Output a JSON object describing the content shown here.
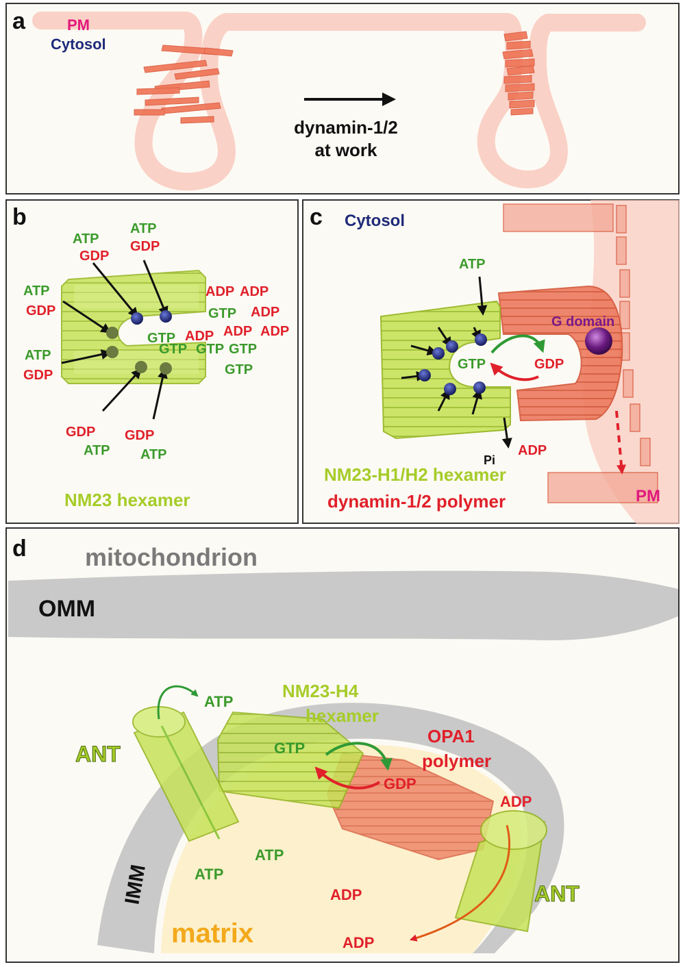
{
  "colors": {
    "atp": "#3a9a2b",
    "gdp": "#e0202a",
    "gtp": "#3a9a2b",
    "adp": "#e0202a",
    "pm": "#e0197d",
    "cytosol": "#1f2a7a",
    "nm23": "#a6cc2a",
    "dynamin": "#e85a3a",
    "gdomain": "#7a1a8a",
    "membrane_pink": "#f7c8bd",
    "membrane_gray": "#c9c9c9",
    "matrix": "#f3a91c",
    "mito_text": "#7a7a7a",
    "panel_bg": "#fcfaf4"
  },
  "panel_a": {
    "label": "a",
    "pm": "PM",
    "cytosol": "Cytosol",
    "arrow_caption_1": "dynamin-1/2",
    "arrow_caption_2": "at work"
  },
  "panel_b": {
    "label": "b",
    "title": "NM23 hexamer",
    "left_nucleotides": [
      "ATP",
      "GDP",
      "ATP",
      "GDP",
      "ATP",
      "GDP",
      "ATP",
      "GDP"
    ],
    "bottom_nucleotides": [
      "GDP",
      "ATP",
      "GDP",
      "ATP"
    ],
    "center": [
      "GTP",
      "GTP"
    ],
    "right_adp": [
      "ADP",
      "ADP",
      "ADP",
      "ADP",
      "ADP",
      "ADP"
    ],
    "right_gtp": [
      "GTP",
      "GTP",
      "GTP",
      "GTP"
    ]
  },
  "panel_c": {
    "label": "c",
    "cytosol": "Cytosol",
    "atp": "ATP",
    "gtp": "GTP",
    "gdp": "GDP",
    "pi": "Pi",
    "adp": "ADP",
    "g_domain": "G domain",
    "pm": "PM",
    "legend_1": "NM23-H1/H2 hexamer",
    "legend_2": "dynamin-1/2 polymer"
  },
  "panel_d": {
    "label": "d",
    "mitochondrion": "mitochondrion",
    "omm": "OMM",
    "imm": "IMM",
    "matrix": "matrix",
    "ant_left": "ANT",
    "ant_right": "ANT",
    "atp_top": "ATP",
    "nm23_h4_1": "NM23-H4",
    "nm23_h4_2": "hexamer",
    "gtp": "GTP",
    "gdp": "GDP",
    "opa1_1": "OPA1",
    "opa1_2": "polymer",
    "adp_top": "ADP",
    "matrix_atp_1": "ATP",
    "matrix_atp_2": "ATP",
    "matrix_adp_1": "ADP",
    "matrix_adp_2": "ADP"
  }
}
